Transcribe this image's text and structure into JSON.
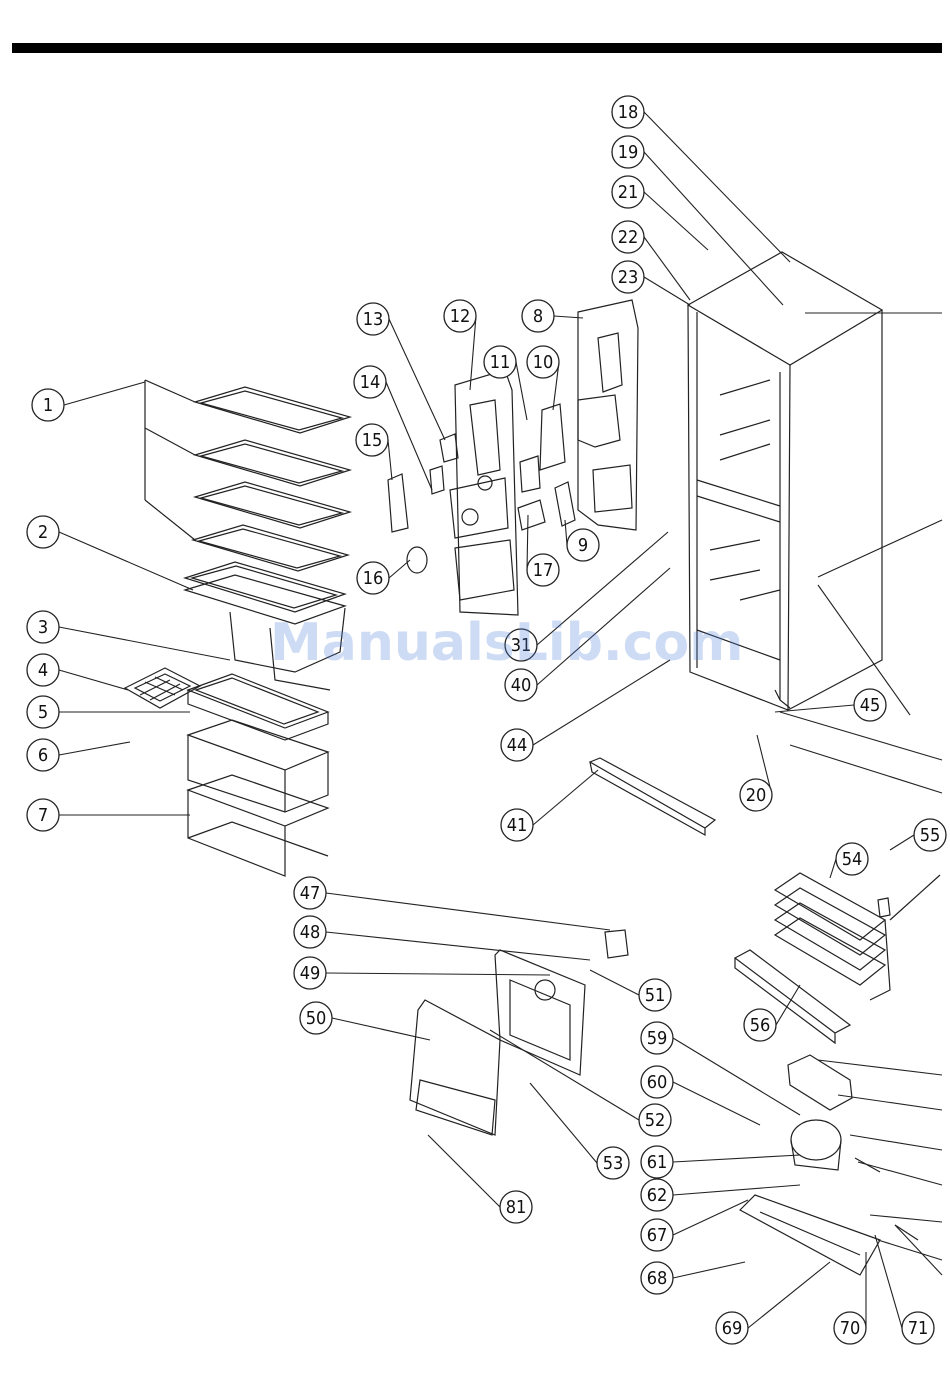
{
  "header": {
    "rule_color": "#000000"
  },
  "watermark": {
    "text": "ManualsLib.com",
    "color": "#4a7fd6"
  },
  "callouts": [
    {
      "id": "c1",
      "label": "1"
    },
    {
      "id": "c2",
      "label": "2"
    },
    {
      "id": "c3",
      "label": "3"
    },
    {
      "id": "c4",
      "label": "4"
    },
    {
      "id": "c5",
      "label": "5"
    },
    {
      "id": "c6",
      "label": "6"
    },
    {
      "id": "c7",
      "label": "7"
    },
    {
      "id": "c8",
      "label": "8"
    },
    {
      "id": "c9",
      "label": "9"
    },
    {
      "id": "c10",
      "label": "10"
    },
    {
      "id": "c11",
      "label": "11"
    },
    {
      "id": "c12",
      "label": "12"
    },
    {
      "id": "c13",
      "label": "13"
    },
    {
      "id": "c14",
      "label": "14"
    },
    {
      "id": "c15",
      "label": "15"
    },
    {
      "id": "c16",
      "label": "16"
    },
    {
      "id": "c17",
      "label": "17"
    },
    {
      "id": "c18",
      "label": "18"
    },
    {
      "id": "c19",
      "label": "19"
    },
    {
      "id": "c21",
      "label": "21"
    },
    {
      "id": "c22",
      "label": "22"
    },
    {
      "id": "c23",
      "label": "23"
    },
    {
      "id": "c20",
      "label": "20"
    },
    {
      "id": "c31",
      "label": "31"
    },
    {
      "id": "c40",
      "label": "40"
    },
    {
      "id": "c41",
      "label": "41"
    },
    {
      "id": "c44",
      "label": "44"
    },
    {
      "id": "c45",
      "label": "45"
    },
    {
      "id": "c47",
      "label": "47"
    },
    {
      "id": "c48",
      "label": "48"
    },
    {
      "id": "c49",
      "label": "49"
    },
    {
      "id": "c50",
      "label": "50"
    },
    {
      "id": "c51",
      "label": "51"
    },
    {
      "id": "c52",
      "label": "52"
    },
    {
      "id": "c53",
      "label": "53"
    },
    {
      "id": "c54",
      "label": "54"
    },
    {
      "id": "c55",
      "label": "55"
    },
    {
      "id": "c56",
      "label": "56"
    },
    {
      "id": "c59",
      "label": "59"
    },
    {
      "id": "c60",
      "label": "60"
    },
    {
      "id": "c61",
      "label": "61"
    },
    {
      "id": "c62",
      "label": "62"
    },
    {
      "id": "c67",
      "label": "67"
    },
    {
      "id": "c68",
      "label": "68"
    },
    {
      "id": "c69",
      "label": "69"
    },
    {
      "id": "c70",
      "label": "70"
    },
    {
      "id": "c71",
      "label": "71"
    },
    {
      "id": "c81",
      "label": "81"
    }
  ]
}
